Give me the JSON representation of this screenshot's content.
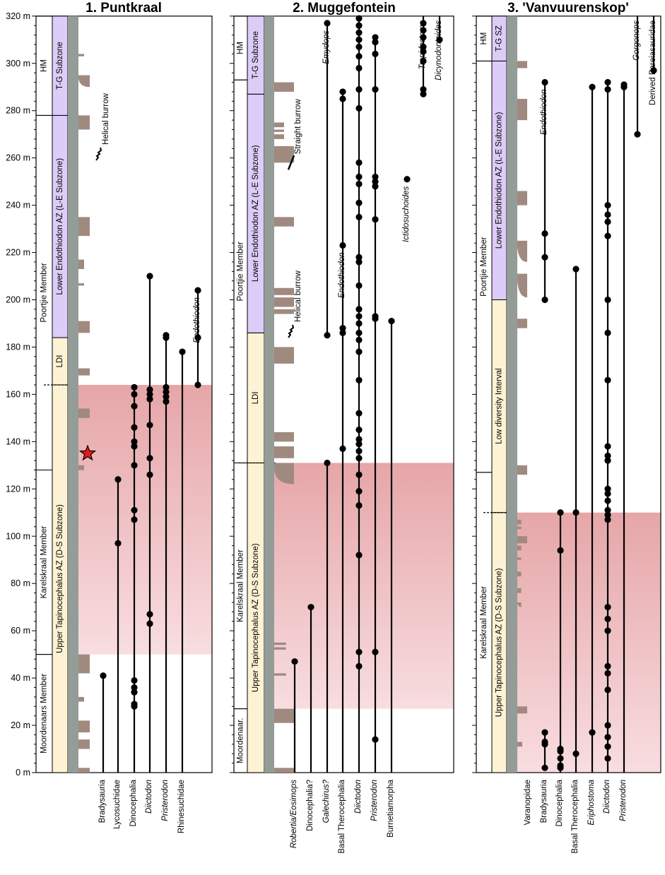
{
  "chart_data": [
    {
      "type": "stratigraphic-range-chart",
      "title": "1. Puntkraal",
      "y_unit": "m",
      "ylim": [
        0,
        320
      ],
      "y_ticks": [
        0,
        20,
        40,
        60,
        80,
        100,
        120,
        140,
        160,
        180,
        200,
        220,
        240,
        260,
        280,
        300,
        320
      ],
      "y_tick_labels": [
        "0 m",
        "20 m",
        "40 m",
        "60 m",
        "80 m",
        "100 m",
        "120 m",
        "140 m",
        "160 m",
        "180 m",
        "200 m",
        "220 m",
        "240 m",
        "260 m",
        "280 m",
        "300 m",
        "320 m"
      ],
      "members": [
        {
          "label": "Moordenaars Member",
          "from": 0,
          "to": 50
        },
        {
          "label": "Karelskraal Member",
          "from": 50,
          "to": 128
        },
        {
          "label": "Poortjie Member",
          "from": 128,
          "to": 278
        },
        {
          "label": "HM",
          "from": 278,
          "to": 320
        }
      ],
      "zones": [
        {
          "label": "Upper Tapinocephalus AZ (D-S Subzone)",
          "from": 0,
          "to": 164,
          "color": "#fdf3d4"
        },
        {
          "label": "LDI",
          "from": 164,
          "to": 184,
          "color": "#fdf3d4"
        },
        {
          "label": "Lower Endothiodon AZ (L-E Subzone)",
          "from": 184,
          "to": 278,
          "color": "#dcccf7"
        },
        {
          "label": "T-G Subzone",
          "from": 278,
          "to": 320,
          "color": "#dcccf7"
        }
      ],
      "extinction_interval": {
        "from": 50,
        "to": 164
      },
      "sandstones": [
        {
          "from": 0,
          "to": 2,
          "w": 1
        },
        {
          "from": 10,
          "to": 14,
          "w": 1
        },
        {
          "from": 17,
          "to": 22,
          "w": 1
        },
        {
          "from": 30,
          "to": 32,
          "w": 0.5
        },
        {
          "from": 42,
          "to": 50,
          "w": 1
        },
        {
          "from": 128,
          "to": 130,
          "w": 0.5
        },
        {
          "from": 150,
          "to": 154,
          "w": 1
        },
        {
          "from": 168,
          "to": 171,
          "w": 1
        },
        {
          "from": 186,
          "to": 191,
          "w": 1
        },
        {
          "from": 206,
          "to": 207,
          "w": 0.5
        },
        {
          "from": 213,
          "to": 217,
          "w": 0.5
        },
        {
          "from": 227,
          "to": 235,
          "w": 1
        },
        {
          "from": 272,
          "to": 278,
          "w": 1
        },
        {
          "from": 290,
          "to": 295,
          "w": 1,
          "tapered": true
        },
        {
          "from": 303,
          "to": 304,
          "w": 0.5
        }
      ],
      "annotations": [
        {
          "label": "Helical burrow",
          "y": 262,
          "kind": "helical"
        }
      ],
      "star": {
        "y": 135
      },
      "taxa": [
        {
          "name": "Bradysauria",
          "italic": false,
          "points": [
            0,
            41
          ]
        },
        {
          "name": "Lycosuchidae",
          "italic": false,
          "points": [
            0,
            97,
            124
          ]
        },
        {
          "name": "Dinocephalia",
          "italic": false,
          "points": [
            0,
            28,
            29,
            34,
            36,
            39,
            107,
            111,
            130,
            138,
            140,
            146,
            155,
            160,
            163
          ]
        },
        {
          "name": "Diictodon",
          "italic": true,
          "points": [
            0,
            63,
            67,
            126,
            133,
            147,
            158,
            160,
            162,
            210
          ]
        },
        {
          "name": "Pristerodon",
          "italic": true,
          "points": [
            0,
            157,
            159,
            161,
            163,
            184,
            185
          ]
        },
        {
          "name": "Rhinesuchidae",
          "italic": false,
          "points": [
            0,
            178
          ]
        },
        {
          "name": "Endothiodon",
          "italic": true,
          "label_position": "inside",
          "points": [
            164,
            184,
            204
          ]
        }
      ]
    },
    {
      "type": "stratigraphic-range-chart",
      "title": "2. Muggefontein",
      "y_unit": "m",
      "ylim": [
        0,
        320
      ],
      "members": [
        {
          "label": "Moordenaar.",
          "from": 0,
          "to": 27
        },
        {
          "label": "Karelskraal Member",
          "from": 27,
          "to": 131
        },
        {
          "label": "Poortjie Member",
          "from": 131,
          "to": 293
        },
        {
          "label": "HM",
          "from": 293,
          "to": 320
        }
      ],
      "zones": [
        {
          "label": "Upper Tapinocephalus AZ (D-S Subzone)",
          "from": 0,
          "to": 131,
          "color": "#fdf3d4"
        },
        {
          "label": "LDI",
          "from": 131,
          "to": 186,
          "color": "#fdf3d4"
        },
        {
          "label": "Lower Endothiodon AZ (L-E Subzone)",
          "from": 186,
          "to": 287,
          "color": "#dcccf7"
        },
        {
          "label": "T-G Subzone",
          "from": 287,
          "to": 320,
          "color": "#dcccf7"
        }
      ],
      "extinction_interval": {
        "from": 27,
        "to": 131
      },
      "sandstones": [
        {
          "from": 0,
          "to": 2,
          "w": 1
        },
        {
          "from": 21,
          "to": 27,
          "w": 1
        },
        {
          "from": 41,
          "to": 42,
          "w": 0.6
        },
        {
          "from": 52,
          "to": 53,
          "w": 0.6
        },
        {
          "from": 54,
          "to": 55,
          "w": 0.6
        },
        {
          "from": 122,
          "to": 131,
          "w": 1,
          "tapered": true
        },
        {
          "from": 133,
          "to": 138,
          "w": 1
        },
        {
          "from": 140,
          "to": 144,
          "w": 1
        },
        {
          "from": 173,
          "to": 180,
          "w": 1
        },
        {
          "from": 194,
          "to": 196,
          "w": 1
        },
        {
          "from": 197,
          "to": 201,
          "w": 1
        },
        {
          "from": 202,
          "to": 205,
          "w": 1
        },
        {
          "from": 231,
          "to": 235,
          "w": 1
        },
        {
          "from": 258,
          "to": 265,
          "w": 1
        },
        {
          "from": 268,
          "to": 270,
          "w": 0.5
        },
        {
          "from": 271,
          "to": 272,
          "w": 0.5
        },
        {
          "from": 273,
          "to": 275,
          "w": 0.5
        },
        {
          "from": 288,
          "to": 292,
          "w": 1
        }
      ],
      "annotations": [
        {
          "label": "Straight burrow",
          "y": 258,
          "kind": "straight"
        },
        {
          "label": "Helical burrow",
          "y": 187,
          "kind": "helical"
        }
      ],
      "taxa": [
        {
          "name": "Robertia/Eosimops",
          "italic": true,
          "points": [
            0,
            47
          ]
        },
        {
          "name": "Dinocephalia?",
          "italic": false,
          "points": [
            0,
            70
          ]
        },
        {
          "name": "Galechirus?",
          "italic": true,
          "points": [
            0,
            131
          ]
        },
        {
          "name": "Emydops",
          "italic": true,
          "label_position": "inside",
          "points": [
            185,
            317
          ]
        },
        {
          "name": "Basal Therocephalia",
          "italic": false,
          "points": [
            0,
            137,
            186,
            188,
            285,
            288
          ]
        },
        {
          "name": "Endothiodon",
          "italic": true,
          "label_position": "inside",
          "points": [
            223
          ]
        },
        {
          "name": "Diictodon",
          "italic": true,
          "points": [
            0,
            45,
            51,
            92,
            113,
            119,
            126,
            133,
            136,
            139,
            141,
            145,
            152,
            166,
            178,
            183,
            186,
            190,
            193,
            196,
            206,
            216,
            218,
            235,
            241,
            249,
            252,
            258,
            281,
            289,
            298,
            303,
            307,
            310,
            313,
            316,
            319
          ]
        },
        {
          "name": "Pristerodon",
          "italic": true,
          "points": [
            0,
            14,
            51,
            192,
            193,
            234,
            248,
            250,
            252,
            289,
            304,
            309,
            311
          ]
        },
        {
          "name": "Burnetiamorpha",
          "italic": false,
          "points": [
            0,
            191
          ]
        },
        {
          "name": "Ictidosuchoides",
          "italic": true,
          "label_position": "inside",
          "points": [
            251
          ]
        },
        {
          "name": "Tropidostoma",
          "italic": true,
          "label_position": "inside",
          "points": [
            287,
            289,
            301,
            305,
            307,
            311,
            314,
            317,
            320
          ]
        },
        {
          "name": "Dicynodontoides",
          "italic": true,
          "label_position": "inside",
          "points": [
            310,
            320
          ]
        }
      ]
    },
    {
      "type": "stratigraphic-range-chart",
      "title": "3. 'Vanvuurenskop'",
      "y_unit": "m",
      "ylim": [
        0,
        320
      ],
      "members": [
        {
          "label": "Karelskraal Member",
          "from": 0,
          "to": 127
        },
        {
          "label": "Poortjie Member",
          "from": 127,
          "to": 301
        },
        {
          "label": "HM",
          "from": 301,
          "to": 320
        }
      ],
      "zones": [
        {
          "label": "Upper Tapinocephalus AZ (D-S Subzone)",
          "from": 0,
          "to": 110,
          "color": "#fdf3d4"
        },
        {
          "label": "Low diversity Interval",
          "from": 110,
          "to": 200,
          "color": "#fdf3d4"
        },
        {
          "label": "Lower Endothiodon AZ (L-E Subzone)",
          "from": 200,
          "to": 301,
          "color": "#dcccf7"
        },
        {
          "label": "T-G SZ",
          "from": 301,
          "to": 320,
          "color": "#dcccf7"
        }
      ],
      "extinction_interval": {
        "from": 0,
        "to": 110
      },
      "sandstones": [
        {
          "from": 11,
          "to": 13,
          "w": 0.5
        },
        {
          "from": 25,
          "to": 28,
          "w": 1
        },
        {
          "from": 70,
          "to": 72,
          "w": 0.4,
          "tapered": true
        },
        {
          "from": 76,
          "to": 78,
          "w": 0.4
        },
        {
          "from": 83,
          "to": 85,
          "w": 0.4
        },
        {
          "from": 90,
          "to": 91,
          "w": 0.4
        },
        {
          "from": 94,
          "to": 96,
          "w": 0.4
        },
        {
          "from": 97,
          "to": 100,
          "w": 1
        },
        {
          "from": 103,
          "to": 104,
          "w": 0.4
        },
        {
          "from": 105,
          "to": 107,
          "w": 0.4
        },
        {
          "from": 126,
          "to": 130,
          "w": 1
        },
        {
          "from": 188,
          "to": 192,
          "w": 1
        },
        {
          "from": 201,
          "to": 211,
          "w": 1,
          "tapered": true
        },
        {
          "from": 216,
          "to": 225,
          "w": 1,
          "tapered": true
        },
        {
          "from": 240,
          "to": 246,
          "w": 1
        },
        {
          "from": 276,
          "to": 285,
          "w": 1
        },
        {
          "from": 298,
          "to": 301,
          "w": 1
        }
      ],
      "taxa": [
        {
          "name": "Varanopidae",
          "italic": false,
          "points": [
            0
          ]
        },
        {
          "name": "Bradysauria",
          "italic": false,
          "points": [
            2,
            12,
            13,
            17
          ]
        },
        {
          "name": "Endothiodon",
          "italic": true,
          "label_position": "inside",
          "points": [
            200,
            218,
            228,
            292
          ]
        },
        {
          "name": "Dinocephalia",
          "italic": false,
          "points": [
            0,
            2,
            3,
            6,
            9,
            10,
            94,
            110
          ]
        },
        {
          "name": "Basal Therocephalia",
          "italic": false,
          "points": [
            0,
            8,
            110,
            213
          ]
        },
        {
          "name": "Eriphostoma",
          "italic": true,
          "points": [
            0,
            17,
            290
          ]
        },
        {
          "name": "Diictodon",
          "italic": true,
          "points": [
            0,
            6,
            11,
            15,
            20,
            35,
            42,
            45,
            60,
            65,
            70,
            107,
            109,
            111,
            115,
            118,
            120,
            132,
            134,
            138,
            166,
            186,
            200,
            227,
            233,
            236,
            240,
            289,
            292
          ]
        },
        {
          "name": "Pristerodon",
          "italic": true,
          "points": [
            0,
            290,
            291
          ]
        },
        {
          "name": "Gorgonops",
          "italic": true,
          "label_position": "inside",
          "points": [
            270,
            320
          ]
        },
        {
          "name": "Derived Pareiasauridae",
          "italic": false,
          "label_position": "inside",
          "points": [
            297,
            320
          ]
        }
      ]
    }
  ],
  "colors": {
    "extinction_top": "#e6a6a8",
    "extinction_bottom": "#f8dde0",
    "sandstone": "#a08a80",
    "mudstone_column": "#949c97",
    "star_fill": "#e31a1c",
    "ink": "#000000"
  }
}
